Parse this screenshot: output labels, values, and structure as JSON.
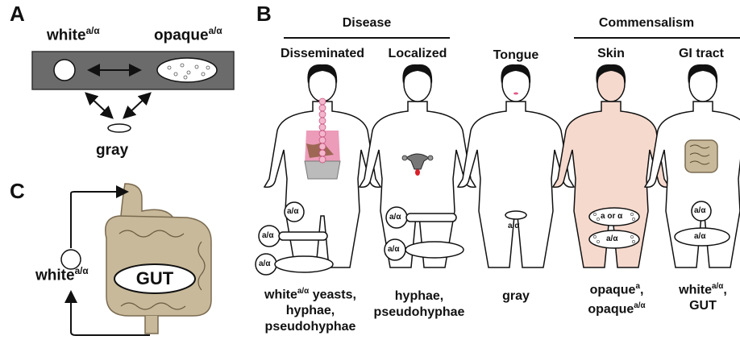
{
  "panels": {
    "a": "A",
    "b": "B",
    "c": "C"
  },
  "panel_a": {
    "white_label": "white",
    "white_sup": "a/α",
    "opaque_label": "opaque",
    "opaque_sup": "a/α",
    "gray_label": "gray"
  },
  "panel_b": {
    "disease_header": "Disease",
    "commensalism_header": "Commensalism",
    "columns": [
      {
        "title": "Disseminated",
        "caption_1": "white",
        "caption_1_sup": "a/α",
        "caption_1_rest": " yeasts,",
        "caption_2": "hyphae,",
        "caption_3": "pseudohyphae"
      },
      {
        "title": "Localized",
        "caption_1": "hyphae,",
        "caption_2": "pseudohyphae"
      },
      {
        "title": "Tongue",
        "caption_1": "gray"
      },
      {
        "title": "Skin",
        "caption_1": "opaque",
        "caption_1_sup": "a",
        "caption_1_rest": ",",
        "caption_2": "opaque",
        "caption_2_sup": "a/α"
      },
      {
        "title": "GI tract",
        "caption_1": "white",
        "caption_1_sup": "a/α",
        "caption_1_rest": ",",
        "caption_2": "GUT"
      }
    ],
    "cell_labels": {
      "a_alpha": "a/α",
      "a_or_alpha": "a or α"
    }
  },
  "panel_c": {
    "white_label": "white",
    "white_sup": "a/α",
    "gut_label": "GUT"
  },
  "colors": {
    "band": "#6b6b6b",
    "gut": "#c8b99a",
    "gut_stroke": "#7a6a50",
    "skin": "#f6d9cd",
    "disease_pink": "#e05a8a"
  }
}
